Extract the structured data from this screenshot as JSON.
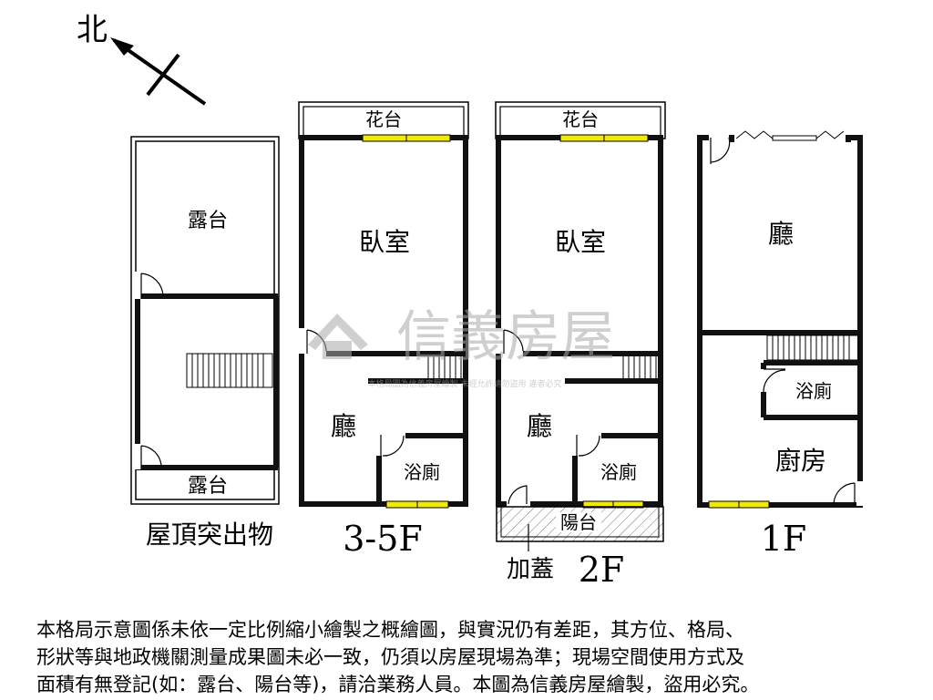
{
  "colors": {
    "wall": "#111111",
    "window": "#f2ea00",
    "watermark": "#a9a9a9",
    "hatch": "#777777"
  },
  "compass": {
    "label": "北"
  },
  "floors": [
    {
      "id": "roof",
      "title": "屋頂突出物",
      "rooms": [
        "露台",
        "露台"
      ]
    },
    {
      "id": "3-5f",
      "title": "3-5F",
      "rooms": [
        "花台",
        "臥室",
        "廳",
        "浴廁"
      ]
    },
    {
      "id": "2f",
      "title": "2F",
      "rooms": [
        "花台",
        "臥室",
        "廳",
        "浴廁",
        "陽台"
      ],
      "note": "加蓋"
    },
    {
      "id": "1f",
      "title": "1F",
      "rooms": [
        "廳",
        "浴廁",
        "廚房"
      ]
    }
  ],
  "watermark": {
    "brand": "信義房屋",
    "small": "本格局圖為信義房屋繪製 未經允許請勿盜用 違者必究",
    "icon": "house-logo-icon"
  },
  "disclaimer": [
    "本格局示意圖係未依一定比例縮小繪製之概繪圖，與實況仍有差距，其方位、格局、",
    "形狀等與地政機關測量成果圖未必一致，仍須以房屋現場為準；現場空間使用方式及",
    "面積有無登記(如：露台、陽台等)，請洽業務人員。本圖為信義房屋繪製，盜用必究。"
  ]
}
